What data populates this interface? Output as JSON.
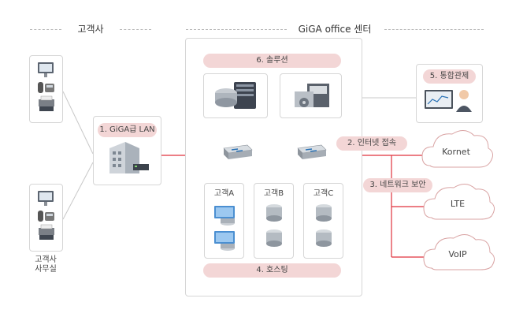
{
  "sections": {
    "customer_title": "고객사",
    "center_title": "GiGA office 센터"
  },
  "customer": {
    "office_caption_line1": "고객사",
    "office_caption_line2": "사무실",
    "lan_label": "1. GiGA급 LAN"
  },
  "center": {
    "solution_label": "6. 솔루션",
    "hosting_label": "4. 호스팅",
    "clients": [
      "고객A",
      "고객B",
      "고객C"
    ]
  },
  "links": {
    "internet_label": "2. 인터넷 접속",
    "security_label": "3. 네트워크 보안",
    "control_label": "5. 통합관제"
  },
  "clouds": [
    "Kornet",
    "LTE",
    "VoIP"
  ],
  "colors": {
    "pill": "#f3d6d6",
    "red_line": "#e0323c",
    "border": "#d6d6d6",
    "cloud_border": "#d9a3a3"
  }
}
